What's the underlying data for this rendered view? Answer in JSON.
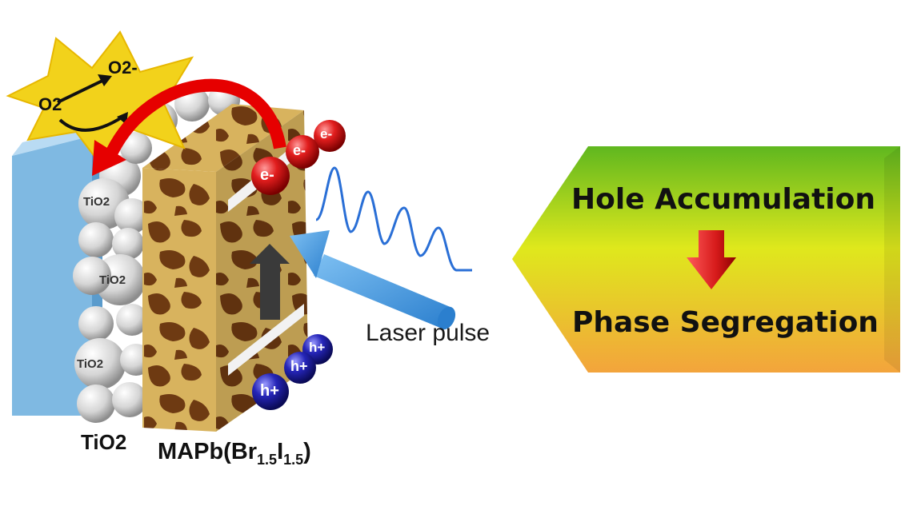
{
  "left_diagram": {
    "tio2_label": "TiO2",
    "mapb_label_prefix": "MAPb(Br",
    "mapb_sub1": "1.5",
    "mapb_mid": "I",
    "mapb_sub2": "1.5",
    "mapb_suffix": ")",
    "ball_label": "TiO2",
    "electron_label": "e-",
    "hole_label": "h+",
    "laser_label": "Laser pulse",
    "star": {
      "left_species": "O2",
      "right_species": "O2-"
    }
  },
  "right_callout": {
    "line1": "Hole Accumulation",
    "line2": "Phase Segregation"
  },
  "colors": {
    "tio2_slab": "#7fb9e2",
    "perovskite_light": "#d8b35e",
    "perovskite_dark": "#6e3a12",
    "electron": "#e11d1d",
    "hole": "#2525b8",
    "laser_arrow": "#3a8fd8",
    "star": "#f2d21b",
    "curved_arrow": "#e60000",
    "callout_top": "#7cc623",
    "callout_bottom": "#f2a93a",
    "down_arrow": "#d61a1a"
  }
}
